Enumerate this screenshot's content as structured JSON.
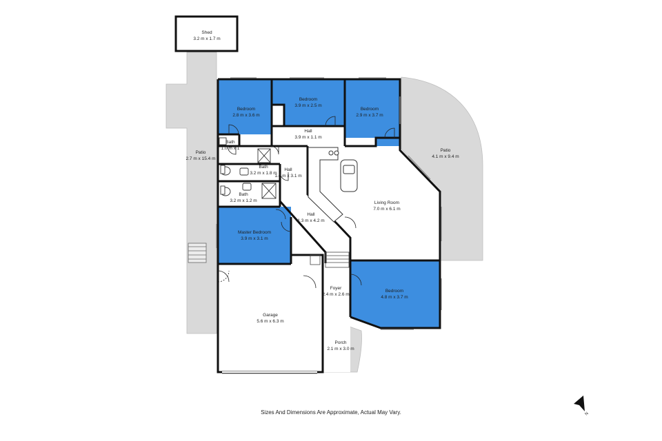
{
  "rooms": [
    {
      "key": "shed",
      "name": "Shed",
      "dims": "3.2 m x 1.7 m"
    },
    {
      "key": "bedroom-1",
      "name": "Bedroom",
      "dims": "2.8 m x 3.6 m"
    },
    {
      "key": "bedroom-2",
      "name": "Bedroom",
      "dims": "3.9 m x 2.5 m"
    },
    {
      "key": "bedroom-3",
      "name": "Bedroom",
      "dims": "2.9 m x 3.7 m"
    },
    {
      "key": "hall-upper",
      "name": "Hall",
      "dims": "3.9 m x 1.1 m"
    },
    {
      "key": "bath-small",
      "name": "Bath",
      "dims": "1.0 m x 1"
    },
    {
      "key": "bath-mid",
      "name": "Bath",
      "dims": "3.2 m x 1.8 m"
    },
    {
      "key": "hall-mid",
      "name": "Hall",
      "dims": "1.4 m x 3.1 m"
    },
    {
      "key": "bath-lower",
      "name": "Bath",
      "dims": "3.2 m x 1.2 m"
    },
    {
      "key": "patio-west",
      "name": "Patio",
      "dims": "2.7 m x 15.4 m"
    },
    {
      "key": "patio-east",
      "name": "Patio",
      "dims": "4.1 m x 9.4 m"
    },
    {
      "key": "living-room",
      "name": "Living Room",
      "dims": "7.0 m x 6.1 m"
    },
    {
      "key": "hall-diagonal",
      "name": "Hall",
      "dims": "1.3 m x 4.2 m"
    },
    {
      "key": "master-bedroom",
      "name": "Master Bedroom",
      "dims": "3.9 m x 3.1 m"
    },
    {
      "key": "foyer",
      "name": "Foyer",
      "dims": "2.4 m x 2.6 m"
    },
    {
      "key": "bedroom-4",
      "name": "Bedroom",
      "dims": "4.8 m x 3.7 m"
    },
    {
      "key": "garage",
      "name": "Garage",
      "dims": "5.6 m x 6.3 m"
    },
    {
      "key": "porch",
      "name": "Porch",
      "dims": "2.1 m x 3.0 m"
    }
  ],
  "footer_note": "Sizes And Dimensions Are Approximate, Actual May Vary.",
  "compass": {
    "label": "N",
    "icon": "north-arrow-icon"
  },
  "colors": {
    "bedroom_fill": "#3d8ee0",
    "outdoor_fill": "#d9d9d9",
    "wall": "#111111",
    "interior": "#ffffff"
  }
}
